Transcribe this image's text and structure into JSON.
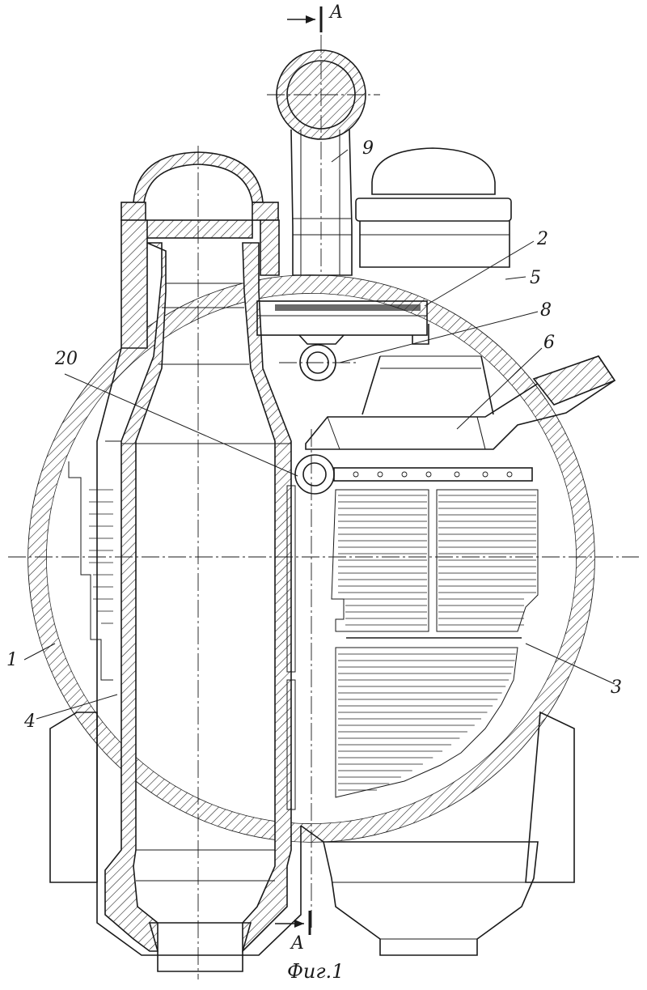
{
  "figure": {
    "caption": "Фиг.1",
    "section_top": "A",
    "section_bottom": "A"
  },
  "callouts": [
    {
      "id": "1",
      "text": "1"
    },
    {
      "id": "2",
      "text": "2"
    },
    {
      "id": "3",
      "text": "3"
    },
    {
      "id": "4",
      "text": "4"
    },
    {
      "id": "5",
      "text": "5"
    },
    {
      "id": "6",
      "text": "6"
    },
    {
      "id": "8",
      "text": "8"
    },
    {
      "id": "9",
      "text": "9"
    },
    {
      "id": "20",
      "text": "20"
    }
  ],
  "colors": {
    "ink": "#1a1a1a",
    "paper": "#ffffff"
  }
}
